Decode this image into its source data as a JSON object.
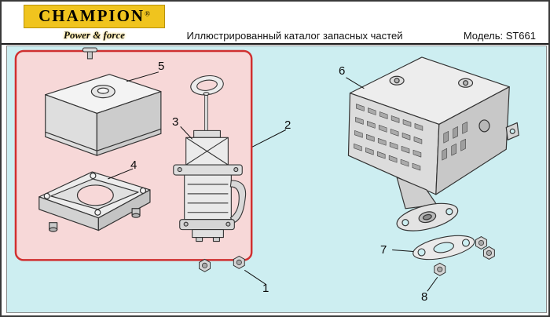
{
  "header": {
    "brand": "CHAMPION",
    "registered_mark": "®",
    "tagline": "Power & force",
    "title": "Иллюстрированный каталог запасных частей",
    "model": "Модель: ST661"
  },
  "part_labels": {
    "n1": "1",
    "n2": "2",
    "n3": "3",
    "n4": "4",
    "n5": "5",
    "n6": "6",
    "n7": "7",
    "n8": "8"
  },
  "colors": {
    "diagram_background": "#cdeef1",
    "highlight_box_fill": "#f7d8d8",
    "highlight_box_border": "#d03030",
    "brand_yellow": "#f0c41e"
  }
}
